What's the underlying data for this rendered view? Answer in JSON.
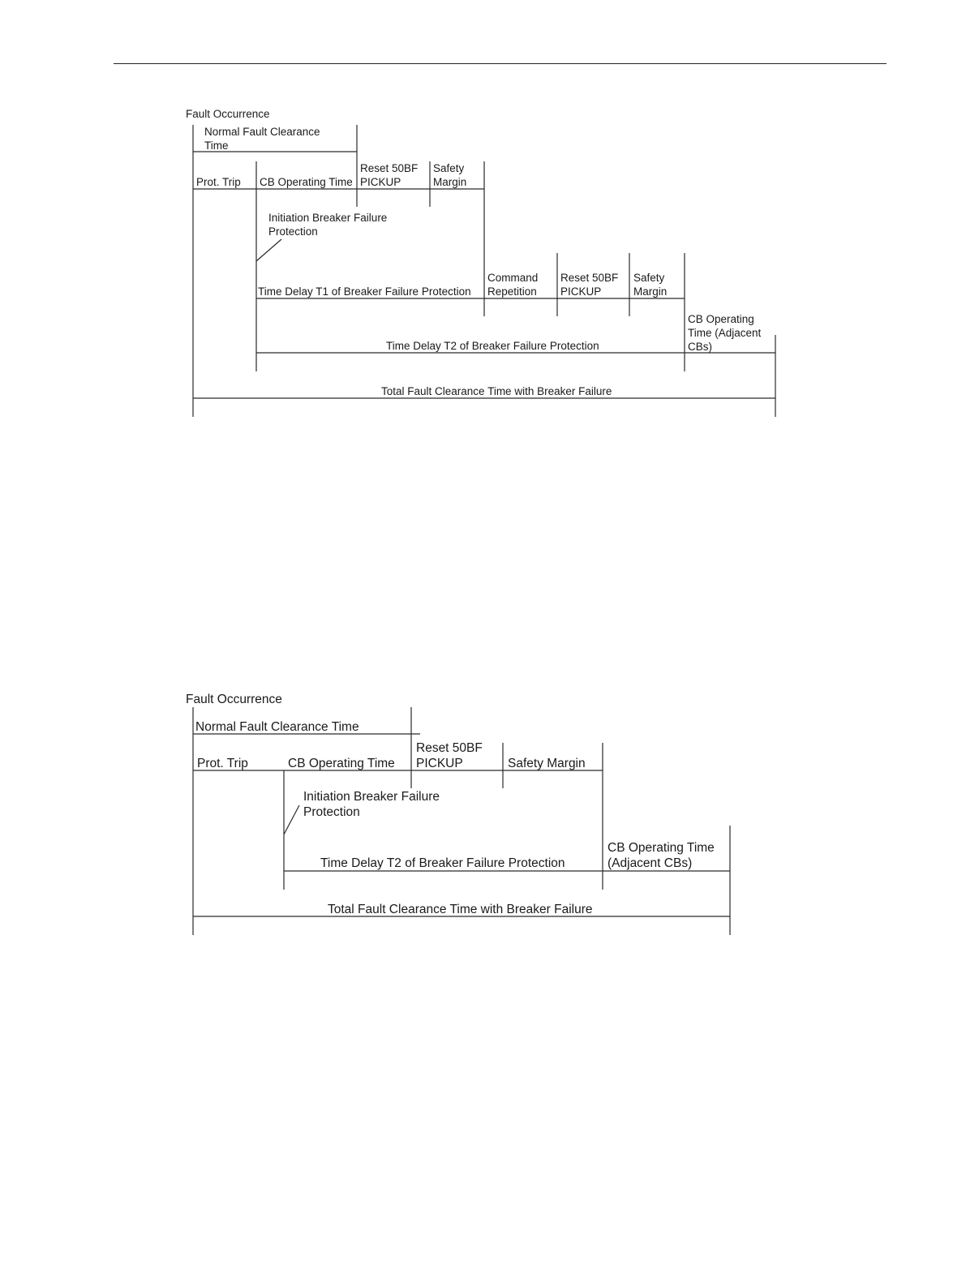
{
  "diagram1": {
    "fault_occurrence": "Fault Occurrence",
    "normal_fault_clearance": [
      "Normal Fault Clearance",
      "Time"
    ],
    "prot_trip": "Prot. Trip",
    "cb_operating_time": "CB Operating Time",
    "reset_50bf_pickup": [
      "Reset 50BF",
      "PICKUP"
    ],
    "safety_margin": [
      "Safety",
      "Margin"
    ],
    "initiation_bf": [
      "Initiation Breaker Failure",
      "Protection"
    ],
    "time_delay_t1": "Time Delay T1 of Breaker Failure Protection",
    "command_repetition": [
      "Command",
      "Repetition"
    ],
    "reset_50bf_pickup_2": [
      "Reset 50BF",
      "PICKUP"
    ],
    "safety_margin_2": [
      "Safety",
      "Margin"
    ],
    "cb_operating_adjacent": [
      "CB Operating",
      "Time (Adjacent",
      "CBs)"
    ],
    "time_delay_t2": "Time Delay T2 of Breaker Failure Protection",
    "total_fault_clearance": "Total Fault Clearance Time with Breaker Failure"
  },
  "diagram2": {
    "fault_occurrence": "Fault Occurrence",
    "normal_fault_clearance": "Normal Fault Clearance Time",
    "prot_trip": "Prot. Trip",
    "cb_operating_time": "CB Operating Time",
    "reset_50bf_pickup": [
      "Reset 50BF",
      "PICKUP"
    ],
    "safety_margin": "Safety Margin",
    "initiation_bf": [
      "Initiation Breaker Failure",
      "Protection"
    ],
    "time_delay_t2": "Time Delay T2 of Breaker Failure Protection",
    "cb_operating_adjacent": [
      "CB Operating Time",
      "(Adjacent CBs)"
    ],
    "total_fault_clearance": "Total Fault Clearance Time with Breaker Failure"
  }
}
